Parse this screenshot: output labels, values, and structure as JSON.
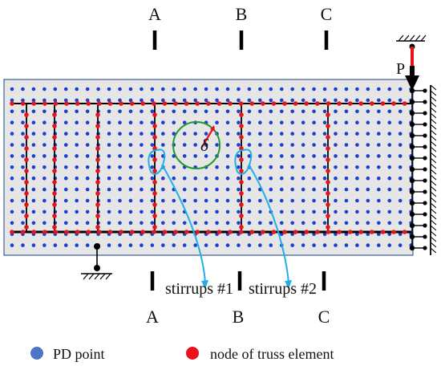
{
  "section_labels_top": [
    "A",
    "B",
    "C"
  ],
  "section_labels_bottom": [
    "A",
    "B",
    "C"
  ],
  "load_label": "P",
  "horizon_symbol": "δ",
  "stirrup_labels": [
    "stirrups #1",
    "stirrups #2"
  ],
  "legend": {
    "pd_point": "PD point",
    "truss_node": "node of truss element"
  },
  "colors": {
    "pd_point": "#1a3fd0",
    "truss_node": "#e8121c",
    "beam_fill": "#e6e6e6",
    "beam_border": "#3f5e96",
    "truss_line": "#000000",
    "callout": "#22aee8",
    "horizon_circle": "#1f9a2e",
    "legend_pd_point": "#4e74c8"
  }
}
